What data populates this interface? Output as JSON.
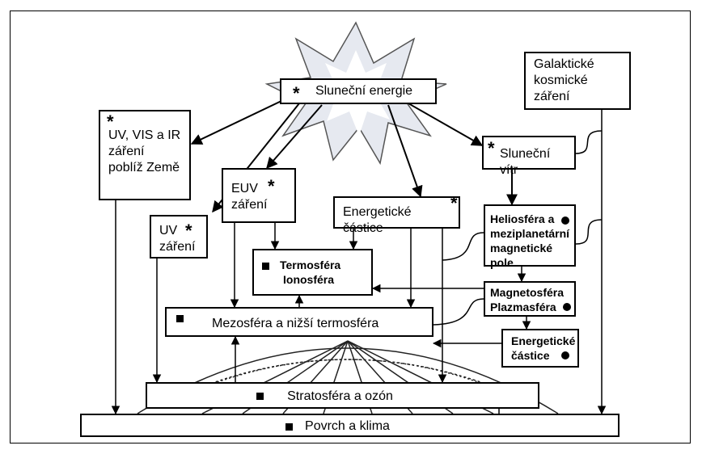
{
  "nodes": {
    "sun": {
      "label": "Sluneční energie",
      "marker": "*"
    },
    "uv_vis_ir": {
      "lines": [
        "UV, VIS a IR",
        "záření",
        "poblíž Země"
      ],
      "marker": "*"
    },
    "euv": {
      "lines": [
        "EUV",
        "záření"
      ],
      "marker": "*"
    },
    "uv": {
      "lines": [
        "UV",
        "záření"
      ],
      "marker": "*"
    },
    "energetic_particles_top": {
      "label": "Energetické částice",
      "marker": "*"
    },
    "solar_wind": {
      "label": "Sluneční vítr",
      "marker": "*"
    },
    "galactic": {
      "lines": [
        "Galaktické",
        "kosmické",
        "záření"
      ]
    },
    "heliosphere": {
      "lines": [
        "Heliosféra a",
        "meziplanetární",
        "magnetické pole"
      ],
      "marker": "●"
    },
    "thermosphere": {
      "lines": [
        "Termosféra",
        "Ionosféra"
      ],
      "marker": "■"
    },
    "magnetosphere": {
      "lines": [
        "Magnetosféra",
        "Plazmasféra"
      ],
      "marker": "●"
    },
    "mesosphere": {
      "label": "Mezosféra a nižší termosféra",
      "marker": "■"
    },
    "energetic_particles_low": {
      "lines": [
        "Energetické",
        "částice"
      ],
      "marker": "●"
    },
    "stratosphere": {
      "label": "Stratosféra a ozón",
      "marker": "■"
    },
    "surface": {
      "label": "Povrch a klima",
      "marker": "■"
    }
  },
  "colors": {
    "line": "#000000",
    "sun_fill": "#e6e9f0",
    "sun_core": "#ffffff",
    "background": "#ffffff"
  }
}
